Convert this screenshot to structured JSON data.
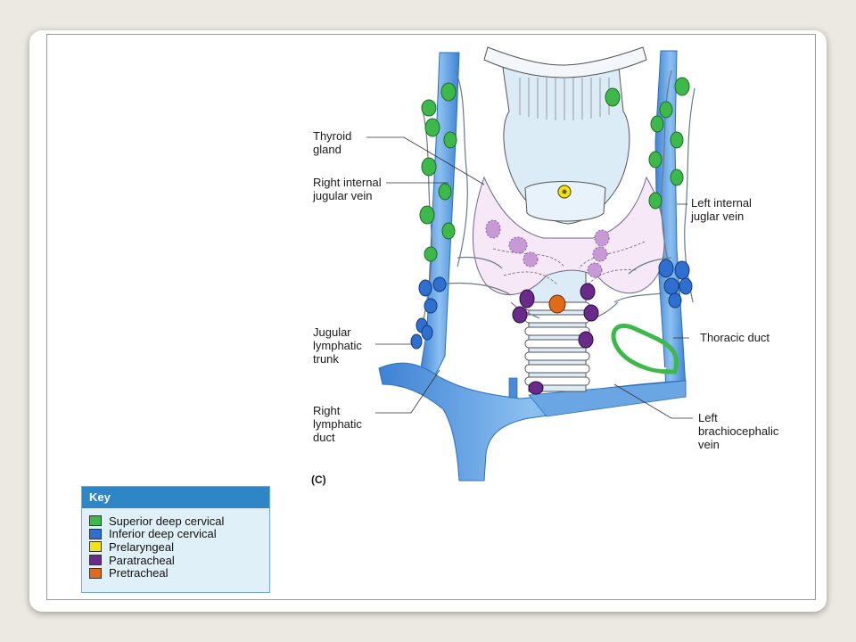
{
  "figure": {
    "panel_letter": "(C)",
    "labels": {
      "thyroid_gland": [
        "Thyroid",
        "gland"
      ],
      "right_ijv": [
        "Right internal",
        "jugular vein"
      ],
      "left_ijv": [
        "Left internal",
        "juglar vein"
      ],
      "jugular_trunk": [
        "Jugular",
        "lymphatic",
        "trunk"
      ],
      "thoracic_duct": [
        "Thoracic duct"
      ],
      "right_lymph_duct": [
        "Right",
        "lymphatic",
        "duct"
      ],
      "left_brachio": [
        "Left",
        "brachiocephalic",
        "vein"
      ]
    }
  },
  "key": {
    "title": "Key",
    "items": [
      {
        "label": "Superior deep cervical",
        "color": "#3cb94a"
      },
      {
        "label": "Inferior deep cervical",
        "color": "#2f6fd0"
      },
      {
        "label": "Prelaryngeal",
        "color": "#f2e21a"
      },
      {
        "label": "Paratracheal",
        "color": "#6a2a8a"
      },
      {
        "label": "Pretracheal",
        "color": "#e06a1a"
      }
    ]
  },
  "colors": {
    "vein": "#5b9be0",
    "vein_dark": "#2f6fb8",
    "thyroid": "#f4e6f4",
    "cartilage": "#dcecf7",
    "thoracic_duct": "#3cb94a"
  }
}
